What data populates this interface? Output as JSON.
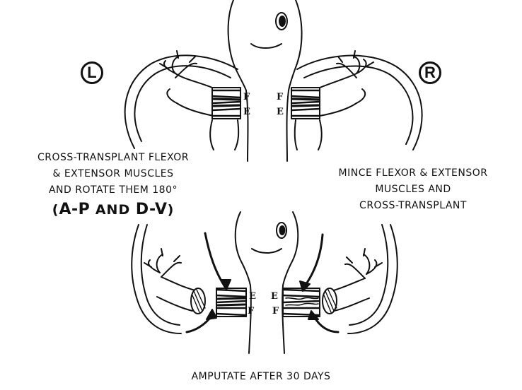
{
  "side_labels": {
    "left": "L",
    "right": "R"
  },
  "top_muscle_labels": {
    "left_flexor": "F",
    "left_extensor": "E",
    "right_flexor": "F",
    "right_extensor": "E"
  },
  "bottom_muscle_labels": {
    "left_extensor": "E",
    "left_flexor": "F",
    "right_extensor": "E",
    "right_flexor": "F"
  },
  "left_caption": {
    "line1": "Cross-transplant flexor",
    "line2": "& extensor muscles",
    "line3": "and rotate them 180°",
    "line4_a": "A-P",
    "line4_and": " and ",
    "line4_b": "D-V"
  },
  "right_caption": {
    "line1": "Mince flexor & extensor",
    "line2": "muscles and",
    "line3": "cross-transplant"
  },
  "bottom_caption": "Amputate after 30 days"
}
